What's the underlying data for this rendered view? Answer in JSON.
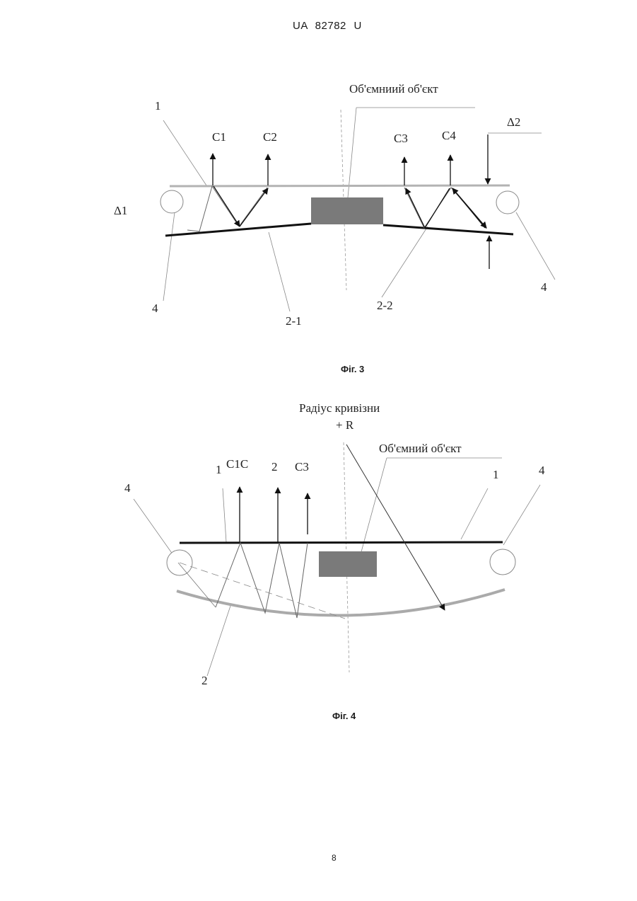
{
  "header": {
    "doc_number": "UA   82782   U"
  },
  "figure3": {
    "caption": "Фіг. 3",
    "object_label": "Об'ємниий об'єкт",
    "labels": {
      "one": "1",
      "c1": "C1",
      "c2": "C2",
      "c3": "C3",
      "c4": "C4",
      "delta1": "Δ1",
      "delta2": "Δ2",
      "four_left": "4",
      "four_right": "4",
      "two_one": "2-1",
      "two_two": "2-2"
    }
  },
  "figure4": {
    "caption": "Фіг. 4",
    "radius_label": "Радіус кривізни",
    "radius_value": "+ R",
    "object_label": "Об'ємний об'єкт",
    "labels": {
      "one_left": "1",
      "one_right": "1",
      "c1c": "C1C",
      "two_top": "2",
      "c3": "C3",
      "four_left": "4",
      "four_right": "4",
      "two_bottom": "2"
    }
  },
  "footer": {
    "page_number": "8"
  },
  "colors": {
    "ink": "#1a1a1a",
    "object_fill": "#7a7a7a",
    "light_line": "#b0b0b0",
    "thin_line": "#999999"
  }
}
